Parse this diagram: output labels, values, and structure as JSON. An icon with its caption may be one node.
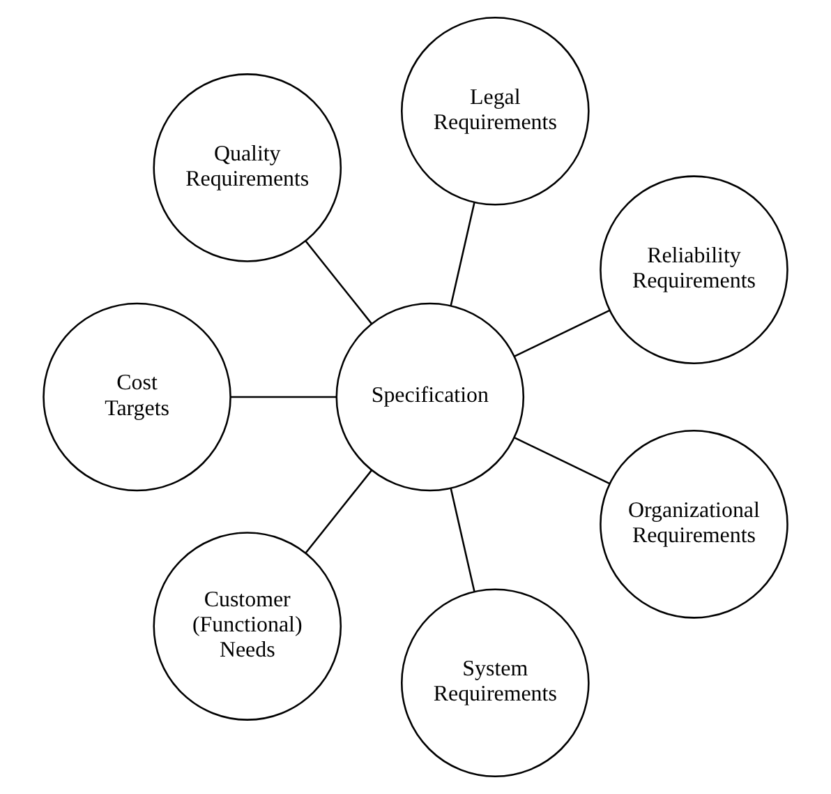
{
  "diagram": {
    "nodes": [
      {
        "text": [
          "Reliability Requirements"
        ]
      },
      {
        "text": [
          "Legal Requirements"
        ]
      },
      {
        "text": [
          "Quality Requirements"
        ]
      },
      {
        "text": [
          "Specification"
        ]
      },
      {
        "text": [
          "Cost Targets"
        ]
      },
      {
        "text": [
          "Customer (Functional) Needs"
        ]
      },
      {
        "text": [
          "System Requirements"
        ]
      },
      {
        "text": [
          "Organizational Requirements"
        ]
      }
    ],
    "edges": [
      {
        "from": 3,
        "to": 0,
        "arrow": "none"
      },
      {
        "from": 3,
        "to": 2,
        "arrow": "none"
      },
      {
        "from": 3,
        "to": 5,
        "arrow": "none"
      },
      {
        "from": 3,
        "to": 7,
        "arrow": "none"
      },
      {
        "from": 3,
        "to": 6,
        "arrow": "none"
      },
      {
        "from": 3,
        "to": 4,
        "arrow": "none"
      },
      {
        "from": 3,
        "to": 1,
        "arrow": "none"
      }
    ]
  }
}
